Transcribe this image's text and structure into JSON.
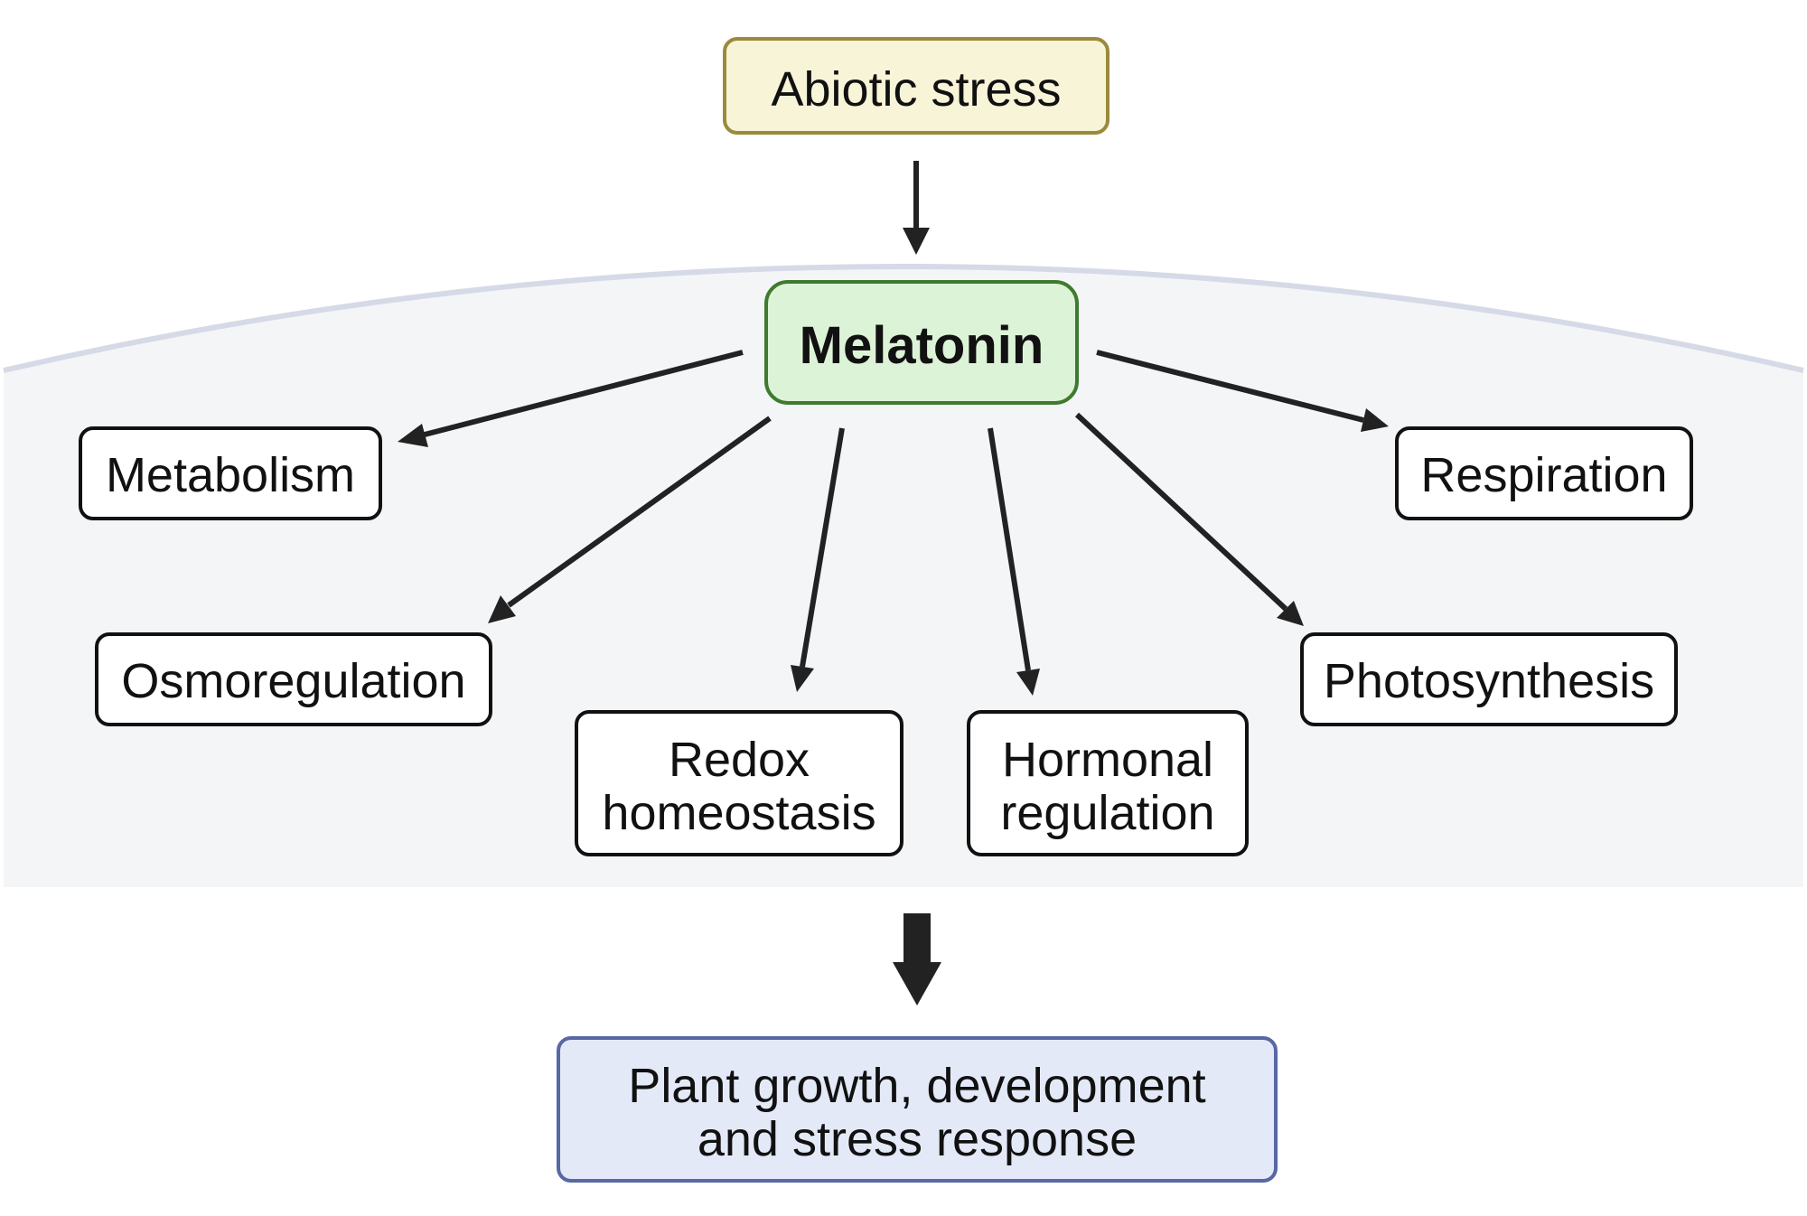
{
  "diagram": {
    "stressor": {
      "label": "Abiotic stress"
    },
    "hub": {
      "label": "Melatonin"
    },
    "processes": {
      "metabolism": "Metabolism",
      "osmoregulation": "Osmoregulation",
      "redox": [
        "Redox",
        "homeostasis"
      ],
      "hormonal": [
        "Hormonal",
        "regulation"
      ],
      "photosynthesis": "Photosynthesis",
      "respiration": "Respiration"
    },
    "outcome": {
      "lines": [
        "Plant growth, development",
        "and stress response"
      ]
    }
  },
  "colors": {
    "stress_fill": "#f7f4d8",
    "stress_border": "#9b8a3c",
    "hub_fill": "#ddf3d7",
    "hub_border": "#3f7a2f",
    "outcome_fill": "#e4e9f8",
    "outcome_border": "#5967a3",
    "cell_fill": "#f4f5f7",
    "cell_border": "#d5dae6",
    "arrow": "#222222"
  }
}
